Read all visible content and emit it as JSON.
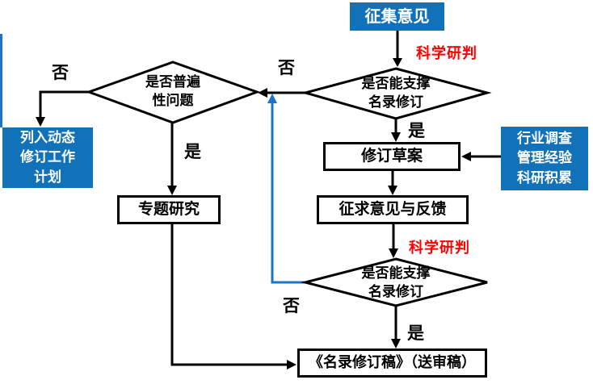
{
  "colors": {
    "node_blue": "#1171b9",
    "loop_blue": "#1b74c5",
    "judge_red": "#ff0000",
    "stroke_black": "#000000"
  },
  "nodes": {
    "collect": {
      "label": "征集意见"
    },
    "diamond_support_top": {
      "line1": "是否能支撑",
      "line2": "名录修订"
    },
    "diamond_common": {
      "line1": "是否普遍",
      "line2": "性问题"
    },
    "plan": {
      "line1": "列入动态",
      "line2": "修订工作",
      "line3": "计划"
    },
    "research": {
      "label": "专题研究"
    },
    "draft": {
      "label": "修订草案"
    },
    "sources": {
      "line1": "行业调查",
      "line2": "管理经验",
      "line3": "科研积累"
    },
    "feedback": {
      "label": "征求意见与反馈"
    },
    "diamond_support_bottom": {
      "line1": "是否能支撑",
      "line2": "名录修订"
    },
    "final": {
      "label": "《名录修订稿》（送审稿）"
    }
  },
  "edge_labels": {
    "judge_top": "科学研判",
    "judge_bottom": "科学研判",
    "yes_top": "是",
    "no_top": "否",
    "yes_left": "是",
    "no_left": "否",
    "yes_bottom": "是",
    "no_bottom": "否"
  }
}
